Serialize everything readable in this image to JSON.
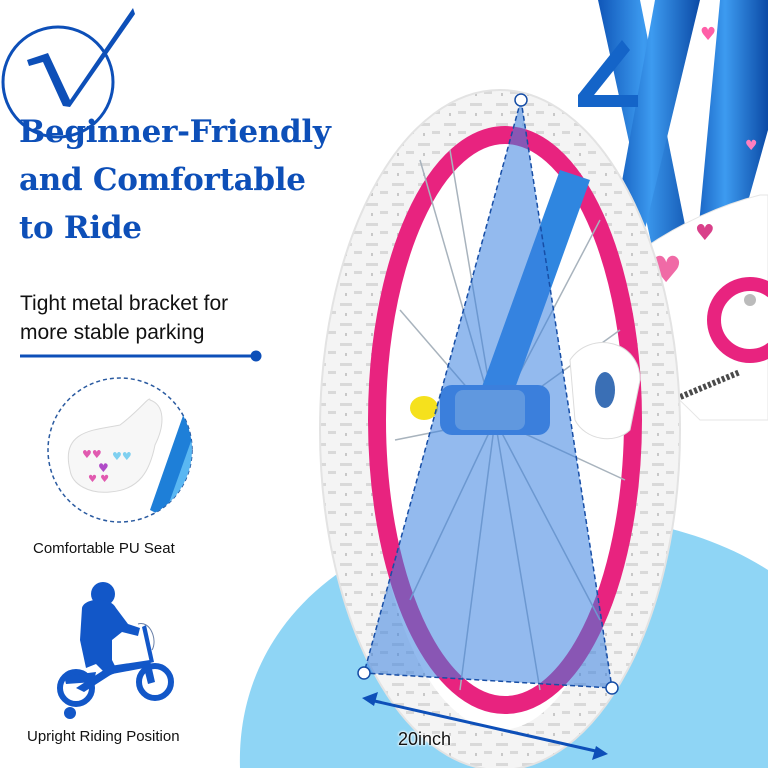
{
  "headline": {
    "lines": [
      "Beginner-Friendly",
      "and Comfortable",
      "to Ride"
    ],
    "icon": "checkmark-circle-icon"
  },
  "features": {
    "bracket": {
      "lines": [
        "Tight metal bracket for",
        "more stable parking"
      ]
    },
    "seat": {
      "caption": "Comfortable PU Seat",
      "icon": "bike-seat-icon"
    },
    "riding": {
      "caption": "Upright Riding Position",
      "icon": "child-riding-bike-icon"
    }
  },
  "measurement": {
    "label": "20inch"
  },
  "colors": {
    "brand_blue": "#0d4fb8",
    "frame_blue": "#1a6fd1",
    "rim_pink": "#e8237f",
    "tire_white": "#f3f3f3",
    "background_blob": "#8fd5f5",
    "overlay_blue": "#3b82e0",
    "reflector_yellow": "#f5e11d"
  }
}
